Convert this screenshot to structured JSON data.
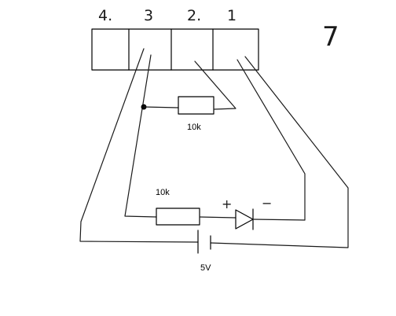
{
  "connector": {
    "pins": [
      {
        "number": "4."
      },
      {
        "number": "3"
      },
      {
        "number": "2."
      },
      {
        "number": "1"
      }
    ]
  },
  "figure_number": "7",
  "resistors": [
    {
      "label": "10k"
    },
    {
      "label": "10k"
    }
  ],
  "led": {
    "plus_mark": "+",
    "minus_mark": "−"
  },
  "battery": {
    "label": "5V"
  }
}
